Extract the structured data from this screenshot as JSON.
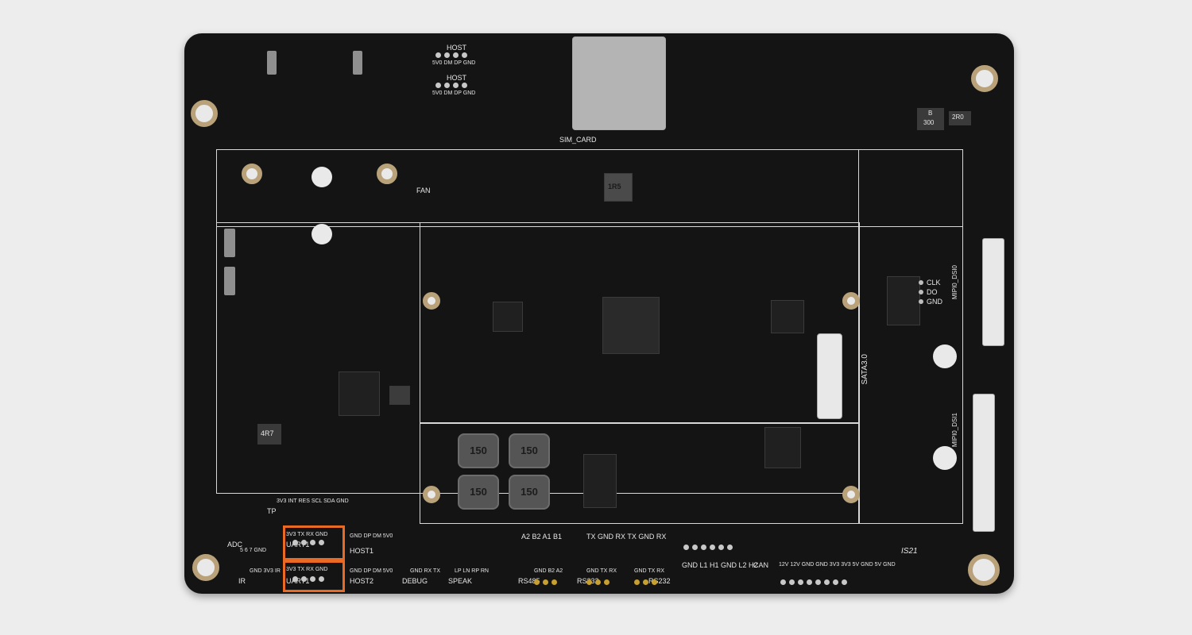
{
  "labels": {
    "host_top": "HOST",
    "host_top_pins": "5V0 DM DP GND",
    "host_bottom": "HOST",
    "host_bottom_pins": "5V0 DM DP GND",
    "sim_card": "SIM_CARD",
    "fan": "FAN",
    "inductor_top": "1R5",
    "sata": "SATA3.0",
    "mipi_dsi0": "MIPI0_DSI0",
    "mipi_dsi1": "MIPI0_DSI1",
    "clk": "CLK",
    "do": "DO",
    "gnd_right": "GND",
    "inductor_a": "150",
    "inductor_b": "150",
    "inductor_c": "150",
    "inductor_d": "150",
    "part_b": "B",
    "part_300": "300",
    "part_2r0": "2R0",
    "part_4r7": "4R7",
    "uart1_top": "UART1",
    "uart1_bottom": "UART1",
    "host1": "HOST1",
    "host2": "HOST2",
    "debug": "DEBUG",
    "speak": "SPEAK",
    "rs485": "RS485",
    "rs232_a": "RS232",
    "rs232_b": "RS232",
    "can": "CAN",
    "adc": "ADC",
    "ir": "IR",
    "tp": "TP",
    "pins_adc": "5 6 7 GND",
    "pins_tp": "3V3 INT RES SCL SDA GND",
    "pins_uart_top": "3V3 TX RX GND",
    "pins_uart_bottom": "3V3 TX RX GND",
    "pins_host1": "GND DP DM 5V0",
    "pins_host2": "GND DP DM 5V0",
    "pins_debug": "GND RX TX",
    "pins_speak": "LP LN RP RN",
    "pins_rs485_top": "A2 B2 A1 B1",
    "pins_rs485_bottom": "GND B2 A2",
    "pins_rs232_top": "TX GND RX TX GND RX",
    "pins_rs232_a": "GND TX RX",
    "pins_rs232_b": "GND TX RX",
    "pins_can": "GND L1 H1 GND L2 H2",
    "pins_power": "12V 12V GND GND 3V3 3V3 5V GND 5V GND",
    "pins_ir": "GND 3V3 IR",
    "board_mark": "IS21"
  },
  "colors": {
    "board": "#141414",
    "silkscreen": "#e6e6e6",
    "highlight": "#e86a25",
    "background": "#ededed"
  }
}
